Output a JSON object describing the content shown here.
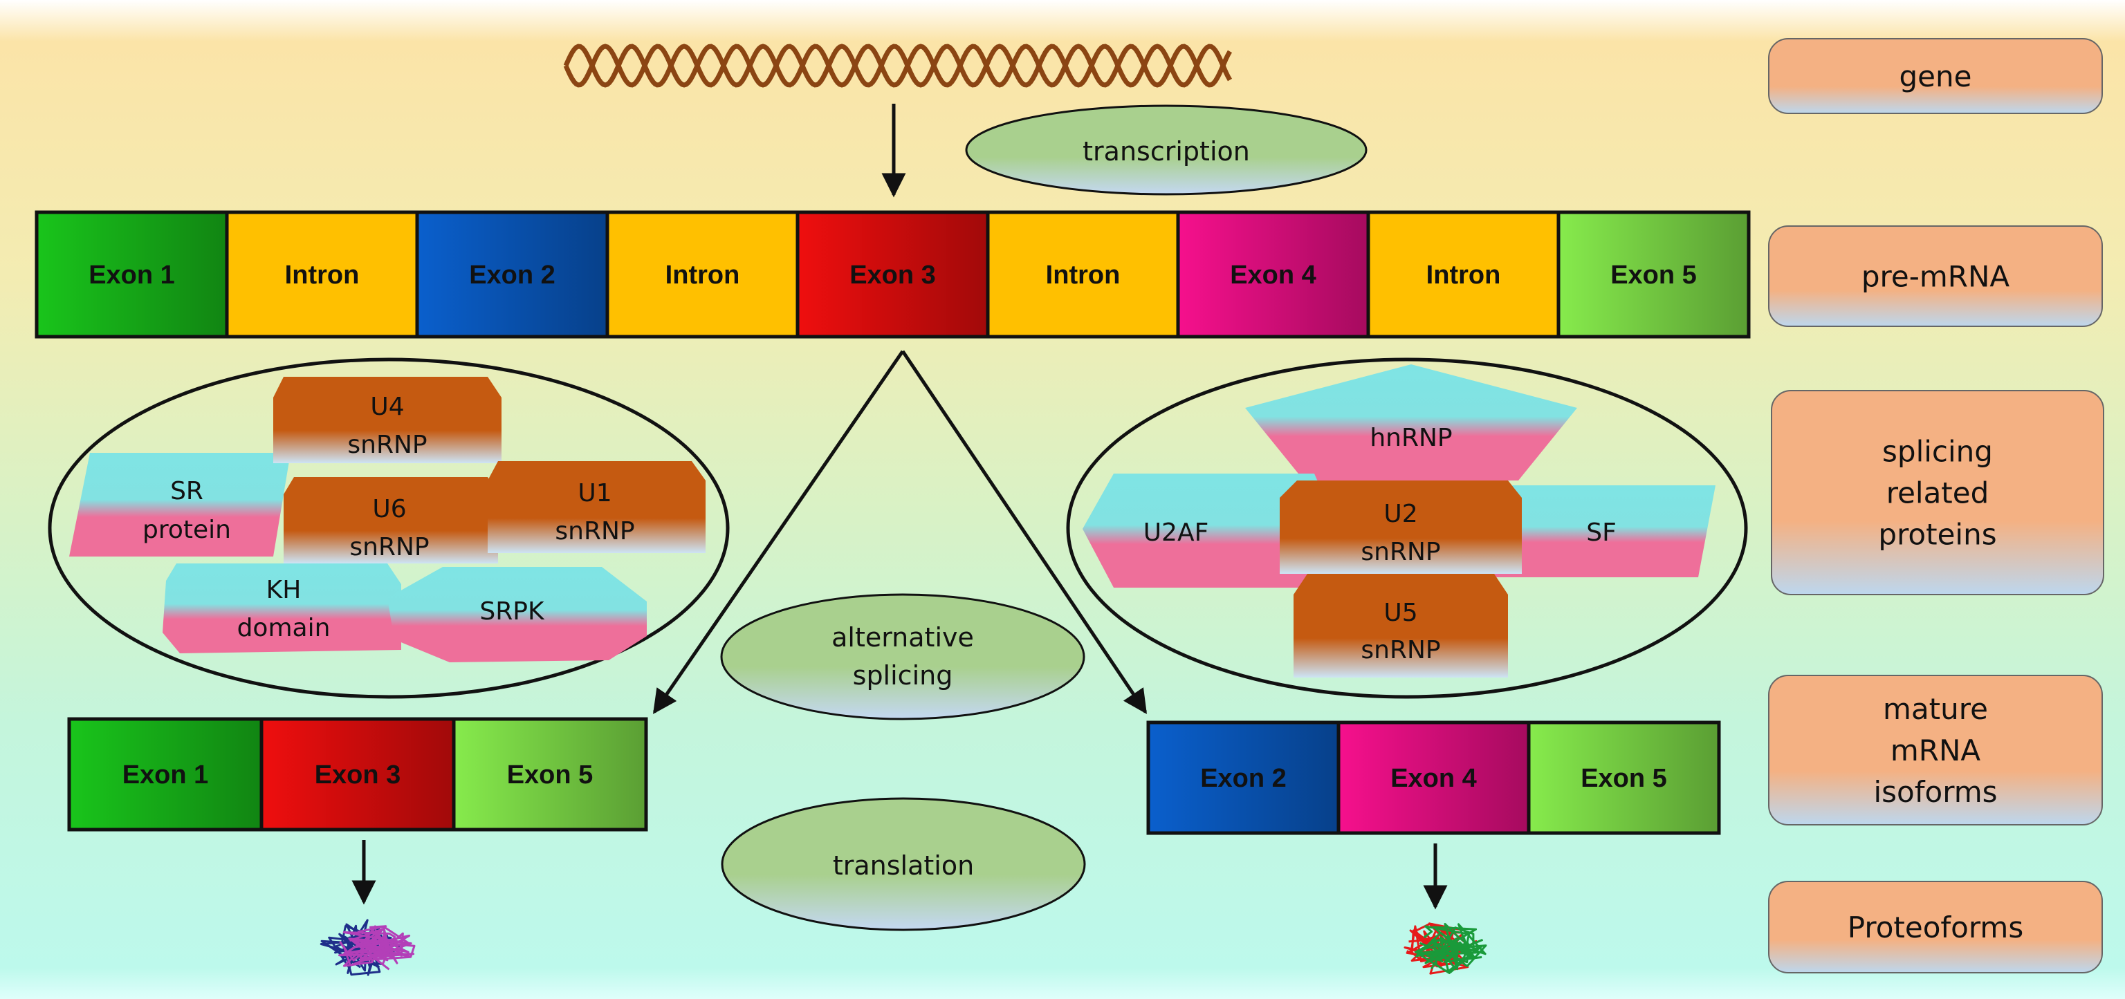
{
  "gene_section": {
    "dna_icon": "dna-helix-icon",
    "helix_color": "#8b4513"
  },
  "process_labels": {
    "transcription": "transcription",
    "alternative_splicing": [
      "alternative",
      "splicing"
    ],
    "translation": "translation"
  },
  "pre_mrna": [
    {
      "label": "Exon 1",
      "type": "exon",
      "color": "#19c41b"
    },
    {
      "label": "Intron",
      "type": "intron",
      "color": "#ffc000"
    },
    {
      "label": "Exon 2",
      "type": "exon",
      "color": "#0a5fcc"
    },
    {
      "label": "Intron",
      "type": "intron",
      "color": "#ffc000"
    },
    {
      "label": "Exon 3",
      "type": "exon",
      "color": "#ee0e0e"
    },
    {
      "label": "Intron",
      "type": "intron",
      "color": "#ffc000"
    },
    {
      "label": "Exon 4",
      "type": "exon",
      "color": "#f5108c"
    },
    {
      "label": "Intron",
      "type": "intron",
      "color": "#ffc000"
    },
    {
      "label": "Exon 5",
      "type": "exon",
      "color": "#86ea4c"
    }
  ],
  "isoform_left": [
    {
      "label": "Exon 1",
      "color": "#19c41b"
    },
    {
      "label": "Exon 3",
      "color": "#ee0e0e"
    },
    {
      "label": "Exon 5",
      "color": "#86ea4c"
    }
  ],
  "isoform_right": [
    {
      "label": "Exon 2",
      "color": "#0a5fcc"
    },
    {
      "label": "Exon 4",
      "color": "#f5108c"
    },
    {
      "label": "Exon 5",
      "color": "#86ea4c"
    }
  ],
  "proteins_left": {
    "u4": [
      "U4",
      "snRNP"
    ],
    "sr": [
      "SR",
      "protein"
    ],
    "u6": [
      "U6",
      "snRNP"
    ],
    "u1": [
      "U1",
      "snRNP"
    ],
    "kh": [
      "KH",
      "domain"
    ],
    "srpk": [
      "SRPK"
    ]
  },
  "proteins_right": {
    "hnrnp": [
      "hnRNP"
    ],
    "u2af": [
      "U2AF"
    ],
    "u2": [
      "U2",
      "snRNP"
    ],
    "sf": [
      "SF"
    ],
    "u5": [
      "U5",
      "snRNP"
    ]
  },
  "legend": [
    {
      "key": "gene",
      "lines": [
        "gene"
      ]
    },
    {
      "key": "pre_mrna",
      "lines": [
        "pre-mRNA"
      ]
    },
    {
      "key": "splicing",
      "lines": [
        "splicing",
        "related",
        "proteins"
      ]
    },
    {
      "key": "mature",
      "lines": [
        "mature",
        "mRNA",
        "isoforms"
      ]
    },
    {
      "key": "proteoforms",
      "lines": [
        "Proteoforms"
      ]
    }
  ],
  "colors": {
    "snrnp_orange": "#c55a11",
    "protein_cyan": "#7fe4e4",
    "protein_pink": "#ee6f9a",
    "process_green": "#a9d08e",
    "legend_peach": "#f4b183",
    "legend_blue": "#bdd7ee"
  },
  "proteoform_icons": [
    "protein-blob-icon",
    "protein-blob-icon"
  ]
}
